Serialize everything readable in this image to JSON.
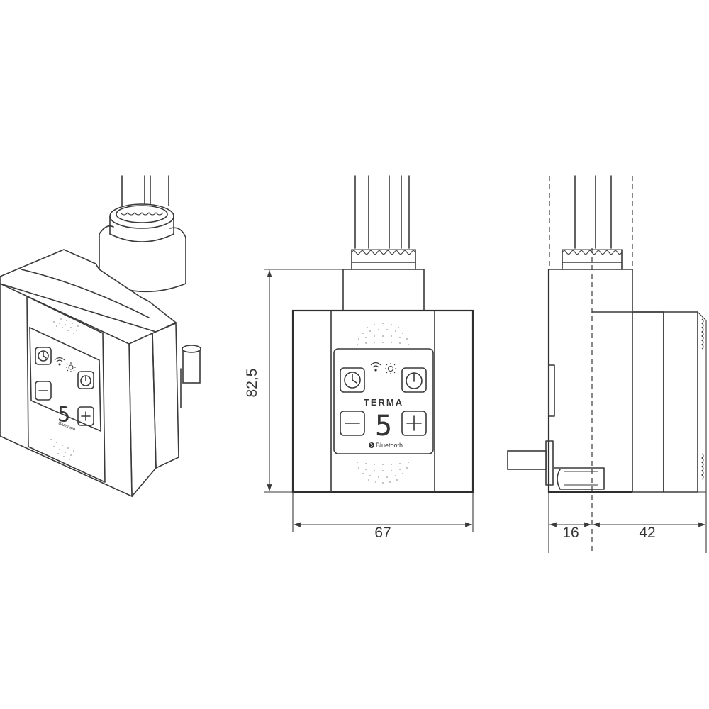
{
  "brand": "TERMA",
  "bluetooth_label": "Bluetooth",
  "display_value": "5",
  "dimensions": {
    "height": "82,5",
    "width": "67",
    "depth_front": "16",
    "depth_body": "42"
  },
  "colors": {
    "line": "#3a3a3a",
    "background": "#ffffff"
  },
  "icons": [
    "clock-icon",
    "power-icon",
    "wireless-icon",
    "sun-icon",
    "minus-icon",
    "plus-icon",
    "bluetooth-icon"
  ]
}
